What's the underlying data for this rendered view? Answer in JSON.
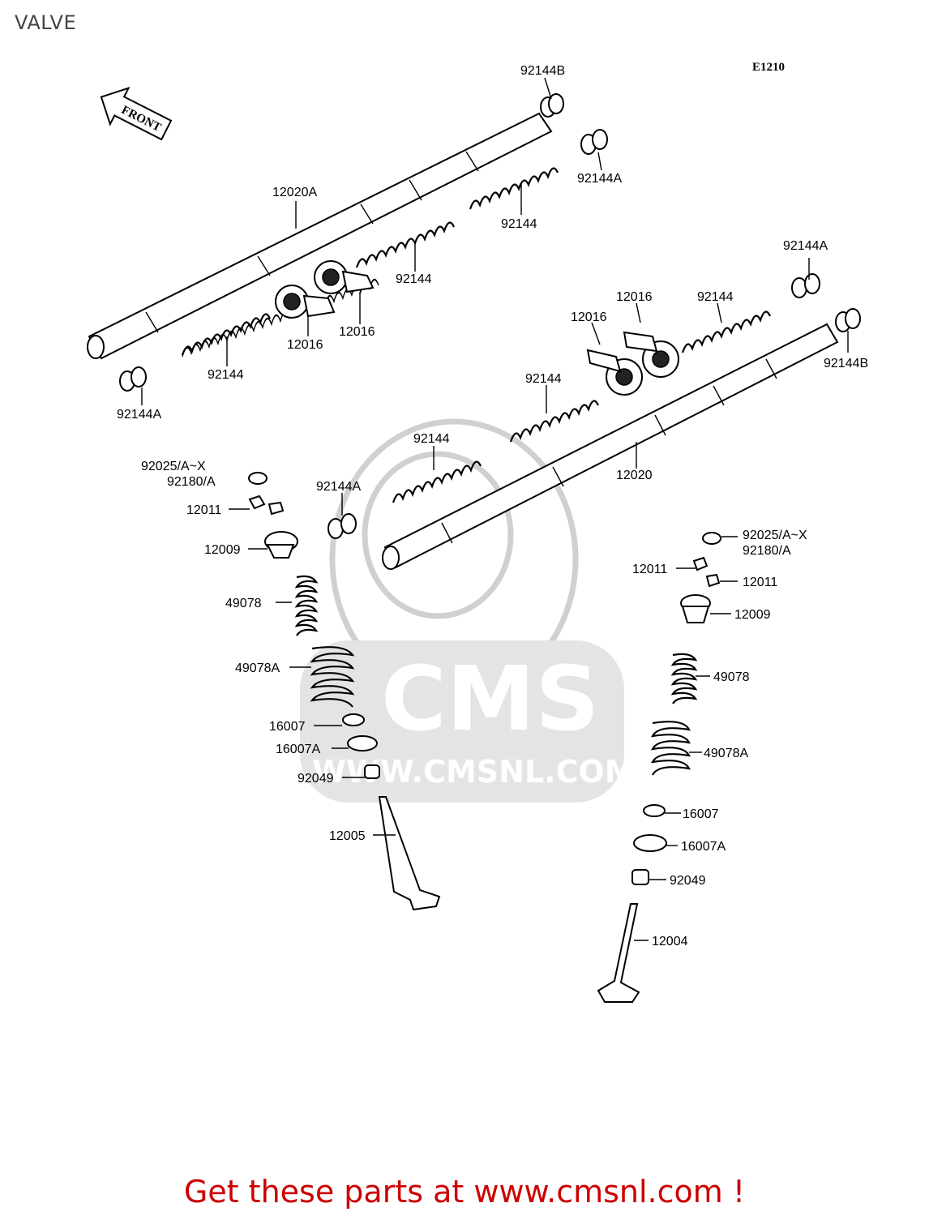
{
  "title": "VALVE",
  "diagram_code": "E1210",
  "front_label": "FRONT",
  "watermark": {
    "brand": "CMS",
    "url": "WWW.CMSNL.COM"
  },
  "footer": "Get these parts at www.cmsnl.com !",
  "parts": {
    "p92144B_top": "92144B",
    "p92144A_top": "92144A",
    "p12020A": "12020A",
    "p92144_a": "92144",
    "p92144_b": "92144",
    "p92144_c": "92144",
    "p12016_a": "12016",
    "p12016_b": "12016",
    "p92144A_left": "92144A",
    "p92144A_right": "92144A",
    "p12016_c": "12016",
    "p12016_d": "12016",
    "p92144_d": "92144",
    "p92144B_right": "92144B",
    "p92144_e": "92144",
    "p92144_f": "92144",
    "p12020": "12020",
    "p92144A_mid": "92144A",
    "l92025": "92025/A~X",
    "l92180": "92180/A",
    "l12011": "12011",
    "l12009": "12009",
    "l49078": "49078",
    "l49078A": "49078A",
    "l16007": "16007",
    "l16007A": "16007A",
    "l92049": "92049",
    "l12005": "12005",
    "r92025": "92025/A~X",
    "r92180": "92180/A",
    "r12011a": "12011",
    "r12011b": "12011",
    "r12009": "12009",
    "r49078": "49078",
    "r49078A": "49078A",
    "r16007": "16007",
    "r16007A": "16007A",
    "r92049": "92049",
    "r12004": "12004"
  }
}
